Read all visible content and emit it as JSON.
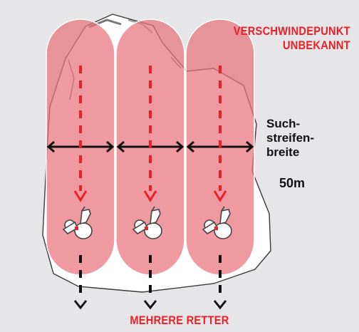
{
  "annotations": {
    "unknown_point_line1": "VERSCHWINDEPUNKT",
    "unknown_point_line2": "UNBEKANNT",
    "strip_width_line1": "Such-",
    "strip_width_line2": "streifen-",
    "strip_width_line3": "breite",
    "strip_width_value": "50m",
    "multiple_rescuers": "MEHRERE RETTER"
  },
  "search_strips": {
    "count": 3
  },
  "colors": {
    "accent_red": "#e8202a",
    "strip_fill": "#e8737c",
    "background": "#e6e6e8"
  },
  "icons": {
    "rescuer": "probing-rescuer-icon",
    "direction": "chevron-down-icon"
  }
}
